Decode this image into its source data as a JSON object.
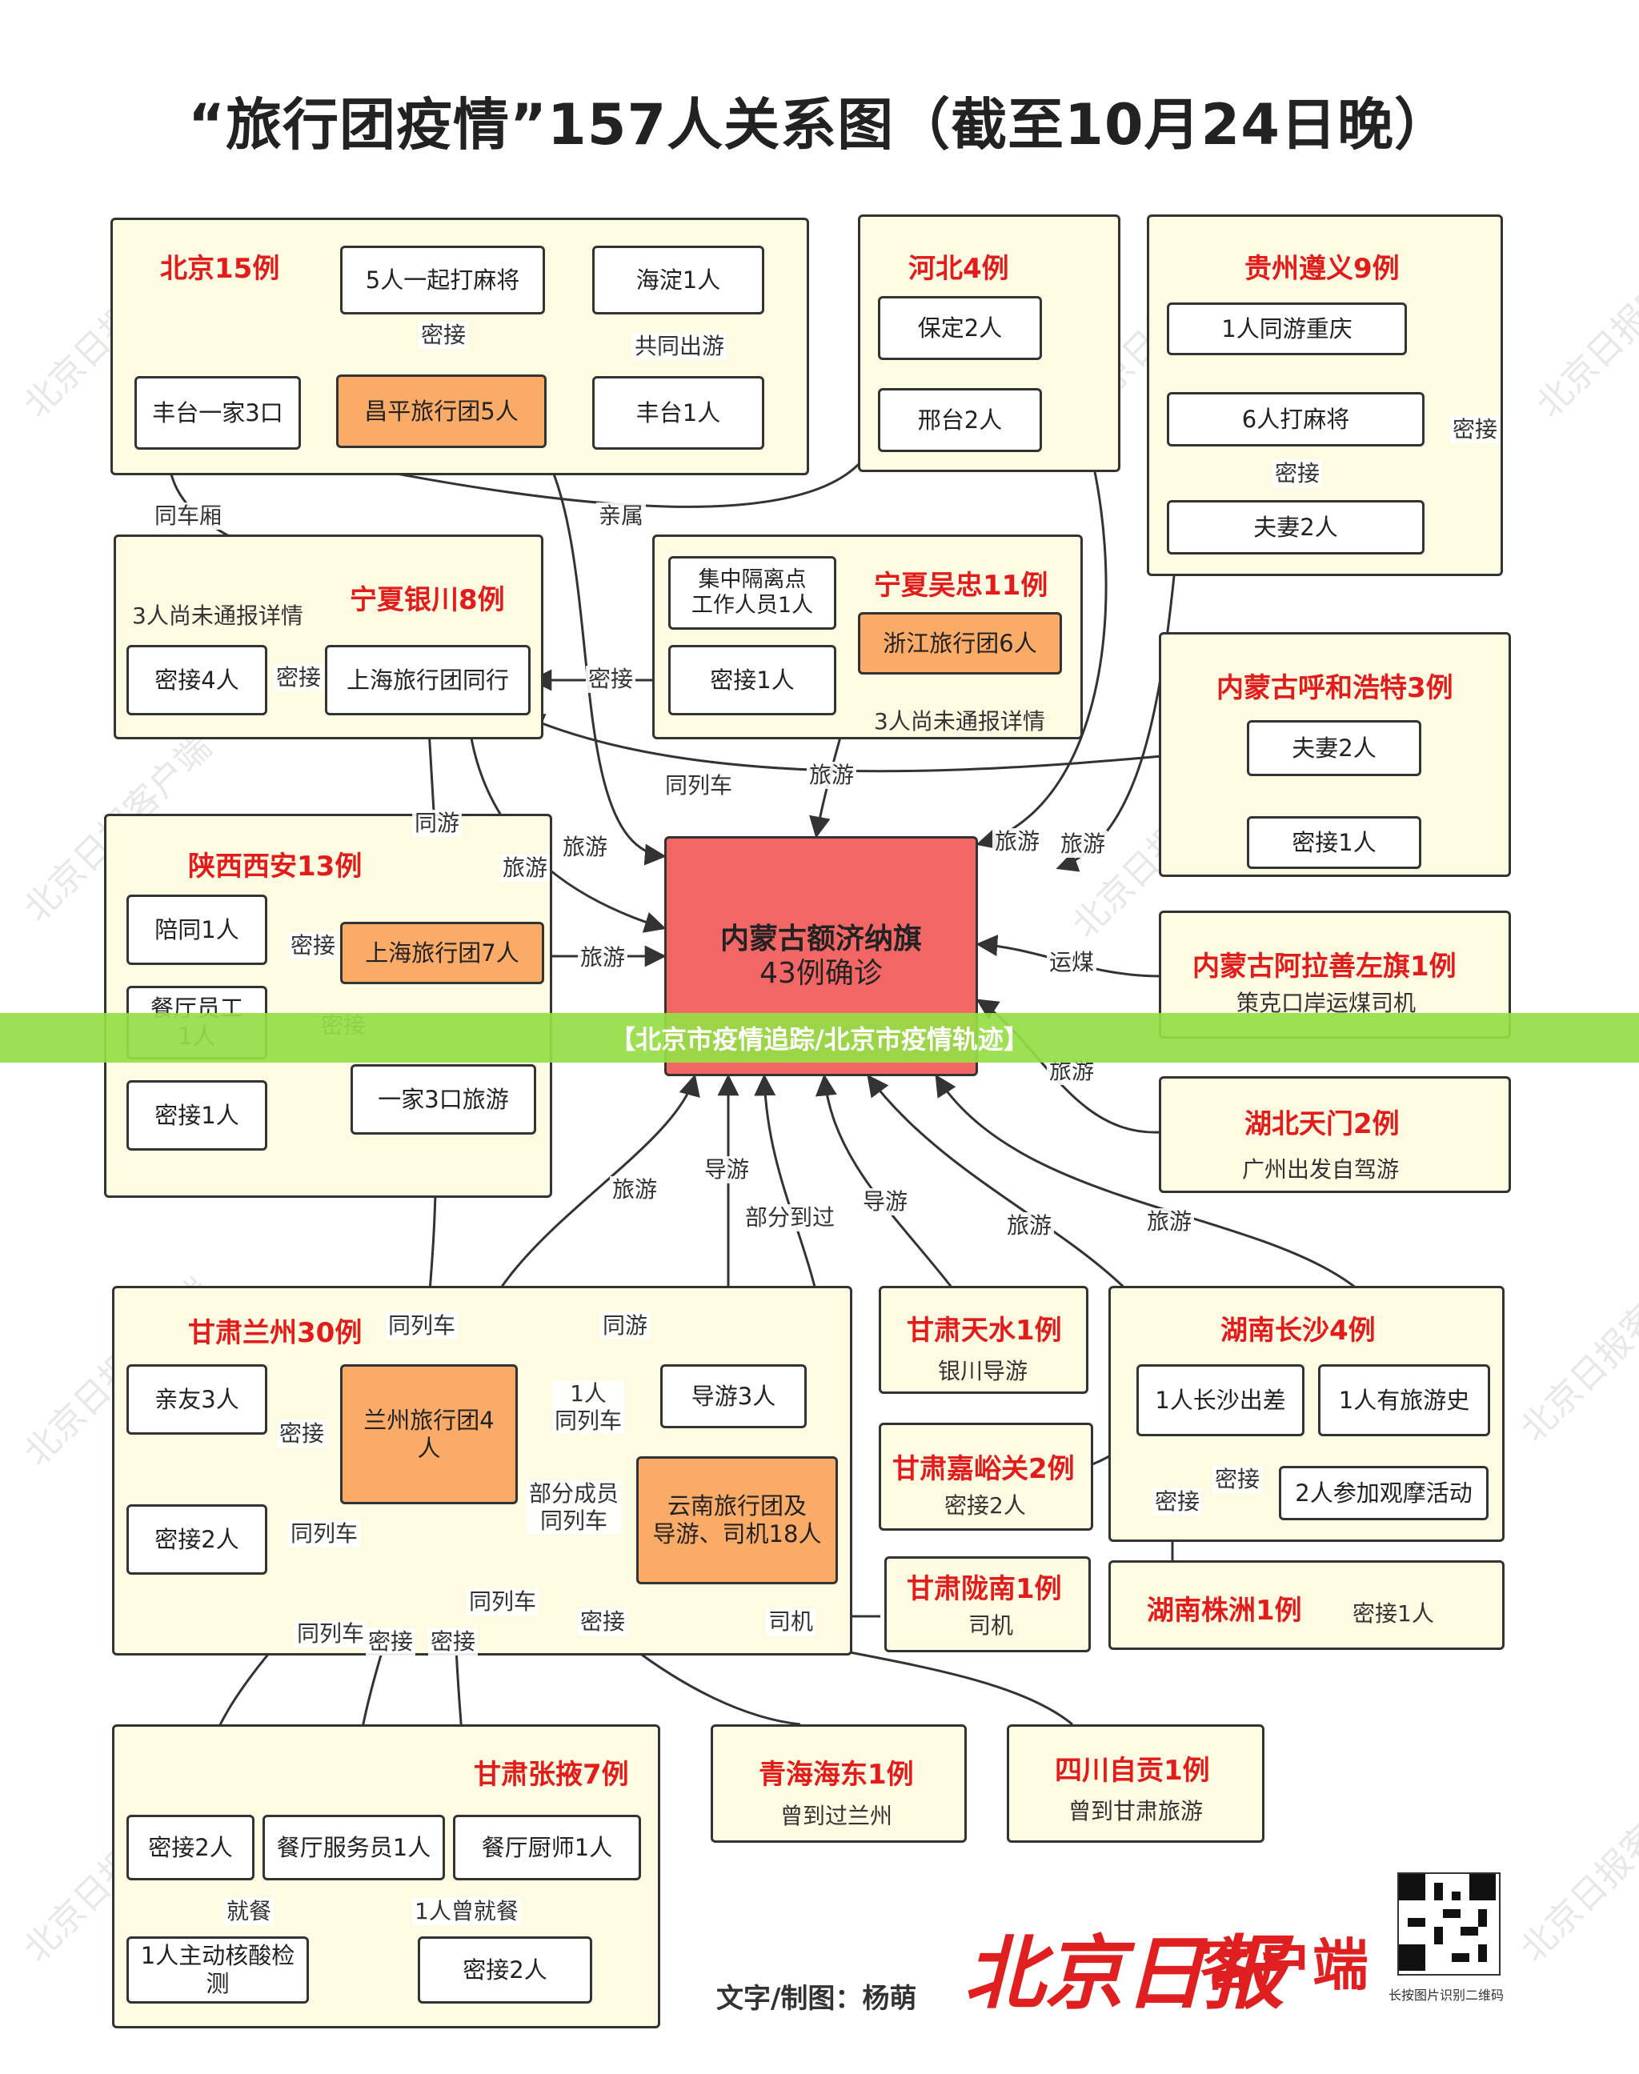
{
  "title": "“旅行团疫情”157人关系图（截至10月24日晚）",
  "center": {
    "name": "内蒙古额济纳旗",
    "count": "43例确诊"
  },
  "groups": [
    {
      "title": "北京15例"
    },
    {
      "title": "河北4例"
    },
    {
      "title": "贵州遵义9例"
    },
    {
      "title": "宁夏银川8例"
    },
    {
      "title": "宁夏吴忠11例"
    },
    {
      "title": "内蒙古呼和浩特3例"
    },
    {
      "title": "陕西西安13例"
    },
    {
      "title": "内蒙古阿拉善左旗1例"
    },
    {
      "title": "湖北天门2例"
    },
    {
      "title": "甘肃兰州30例"
    },
    {
      "title": "甘肃天水1例"
    },
    {
      "title": "湖南长沙4例"
    },
    {
      "title": "甘肃嘉峪关2例"
    },
    {
      "title": "甘肃陇南1例"
    },
    {
      "title": "湖南株洲1例"
    },
    {
      "title": "甘肃张掖7例"
    },
    {
      "title": "青海海东1例"
    },
    {
      "title": "四川自贡1例"
    }
  ],
  "nodes": {
    "bj_mahjong": "5人一起打麻将",
    "bj_haidian": "海淀1人",
    "bj_fengtai_family": "丰台一家3口",
    "bj_changping": "昌平旅行团5人",
    "bj_fengtai1": "丰台1人",
    "hb_baoding": "保定2人",
    "hb_xingtai": "邢台2人",
    "gz_chongqing": "1人同游重庆",
    "gz_mahjong": "6人打麻将",
    "gz_couple": "夫妻2人",
    "nx_close4": "密接4人",
    "nx_shanghai": "上海旅行团同行",
    "wz_isolation": "集中隔离点\n工作人员1人",
    "wz_zhejiang": "浙江旅行团6人",
    "wz_close1": "密接1人",
    "hh_couple": "夫妻2人",
    "hh_close1": "密接1人",
    "sx_companion": "陪同1人",
    "sx_shanghai7": "上海旅行团7人",
    "sx_restaurant": "餐厅员工\n1人",
    "sx_close1": "密接1人",
    "sx_family": "一家3口旅游",
    "lz_friends": "亲友3人",
    "lz_group4": "兰州旅行团4\n人",
    "lz_guide3": "导游3人",
    "lz_yunnan": "云南旅行团及\n导游、司机18人",
    "lz_close2": "密接2人",
    "cs_trip": "1人长沙出差",
    "cs_history": "1人有旅游史",
    "cs_activity": "2人参加观摩活动",
    "zy_close2": "密接2人",
    "zy_waiter": "餐厅服务员1人",
    "zy_chef": "餐厅厨师1人",
    "zy_test": "1人主动核酸检测",
    "zy_close2b": "密接2人"
  },
  "notes": {
    "nx_unreported": "3人尚未通报详情",
    "wz_unreported": "3人尚未通报详情",
    "alashan": "策克口岸运煤司机",
    "tianmen": "广州出发自驾游",
    "tianshui": "银川导游",
    "jiayuguan": "密接2人",
    "longnan": "司机",
    "zhuzhou": "密接1人",
    "haidong": "曾到过兰州",
    "zigong": "曾到甘肃旅游"
  },
  "edge_labels": {
    "bj_close": "密接",
    "bj_trip": "共同出游",
    "gz_close1": "密接",
    "gz_close2": "密接",
    "same_car": "同车厢",
    "relatives": "亲属",
    "nx_close": "密接",
    "wz_close": "密接",
    "hh_train": "同列车",
    "wz_tour": "旅游",
    "hb_tour": "旅游",
    "gz_tour": "旅游",
    "bj_tour": "旅游",
    "nx_tour": "旅游",
    "travel_with": "同游",
    "sx_close": "密接",
    "sx_close2": "密接",
    "sx_tour": "旅游",
    "coal": "运煤",
    "tm_tour": "旅游",
    "lz_tour": "旅游",
    "guide1": "导游",
    "part_visit": "部分到过",
    "guide2": "导游",
    "cs_tour1": "旅游",
    "cs_tour2": "旅游",
    "sx_train": "同列车",
    "lz_travel": "同游",
    "lz_person_train": "1人\n同列车",
    "lz_close": "密接",
    "lz_part_train": "部分成员\n同列车",
    "lz_train2": "同列车",
    "driver": "司机",
    "cs_close1": "密接",
    "cs_close2": "密接",
    "zy_train": "同列车",
    "zy_close_a": "密接",
    "zy_close_b": "密接",
    "hd_train": "同列车",
    "zg_close": "密接",
    "zy_meal": "就餐",
    "zy_meal2": "1人曾就餐"
  },
  "banner": "【北京市疫情追踪/北京市疫情轨迹】",
  "credit": "文字/制图：杨萌",
  "brand": "北京日报",
  "brand_sub": "客户端",
  "qr_caption": "长按图片识别二维码",
  "watermark": "北京日报客户端",
  "colors": {
    "group_bg": "#fefbe3",
    "orange": "#f9ab67",
    "center": "#f36666",
    "title_red": "#e21b1b",
    "banner": "#96de46"
  }
}
